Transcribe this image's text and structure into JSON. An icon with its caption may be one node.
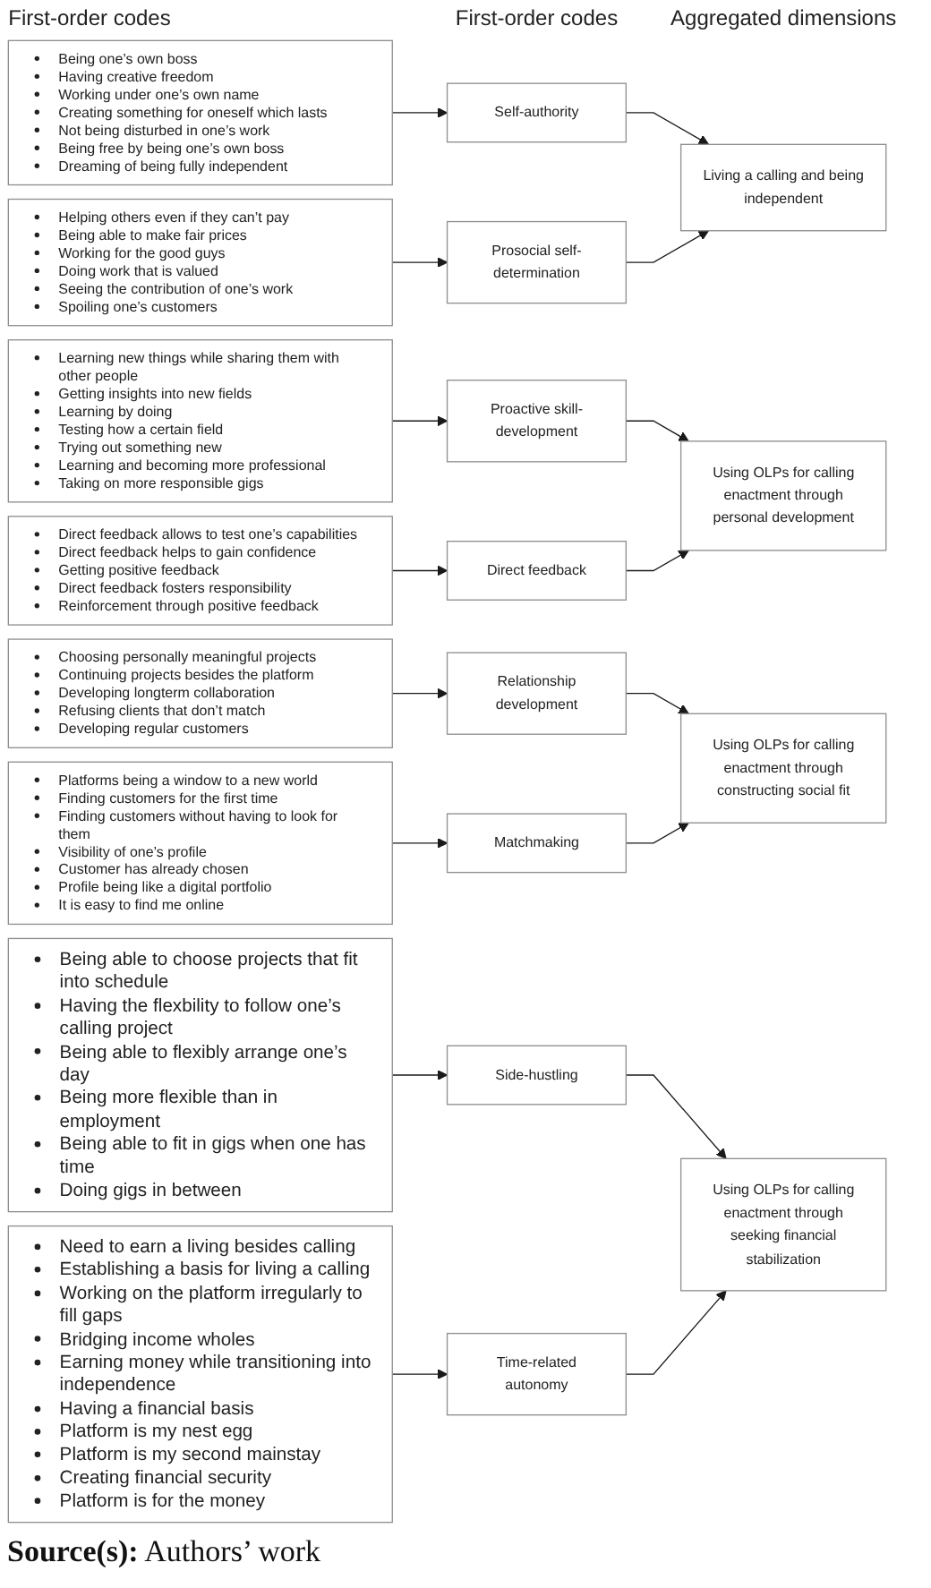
{
  "diagram": {
    "caption": "**Source(s):** Authors’ work",
    "nodes": [
      {
        "text": [
          "Being one’s own boss",
          "Having creative freedom",
          "Working under one’s own name",
          "Creating something for oneself which lasts",
          "Not being disturbed in one’s work",
          "Being free by being one’s own boss",
          "Dreaming of being fully independent"
        ]
      },
      {
        "text": [
          "Helping others even if they can’t pay",
          "Being able to make fair prices",
          "Working for the good guys",
          "Doing work that is valued",
          "Seeing the contribution of one’s work",
          "Spoiling one’s customers"
        ]
      },
      {
        "text": [
          "Learning new things while sharing them with other people",
          "Getting insights into new fields",
          "Learning by doing",
          "Testing how a certain field",
          "Trying out something new",
          "Learning and becoming more professional",
          "Taking on more responsible gigs"
        ]
      },
      {
        "text": [
          "Direct feedback allows to test one’s capabilities",
          "Direct feedback helps to gain confidence",
          "Getting positive feedback",
          "Direct feedback fosters responsibility",
          "Reinforcement through positive feedback"
        ]
      },
      {
        "text": [
          "Choosing personally meaningful projects",
          "Continuing projects besides the platform",
          "Developing longterm collaboration",
          "Refusing clients that don’t match",
          "Developing regular customers"
        ]
      },
      {
        "text": [
          "Platforms being a window to a new world",
          "Finding customers for the first time",
          "Finding customers without having to look for them",
          "Visibility of one’s profile",
          "Customer has already chosen",
          "Profile being like a digital portfolio",
          "It is easy to find me online"
        ]
      },
      {
        "text": [
          "Being able to choose projects that fit into schedule",
          "Having the flexbility to follow one’s calling project",
          "Being able to flexibly arrange one’s day",
          "Being more flexible than in employment",
          "Being able to fit in gigs when one has time",
          "Doing gigs in between"
        ]
      },
      {
        "text": [
          "Need to earn a living besides calling",
          "Establishing a basis for living a calling",
          "Working on the platform irregularly to fill gaps",
          "Bridging income wholes",
          "Earning money while transitioning into independence",
          "Having a financial basis",
          "Platform is my nest egg",
          "Platform is my second mainstay",
          "Creating financial security",
          "Platform is for the money"
        ]
      },
      {
        "text": [
          "Self-authority"
        ]
      },
      {
        "text": [
          "Prosocial self-determination"
        ]
      },
      {
        "text": [
          "Proactive skill-development"
        ]
      },
      {
        "text": [
          "Direct feedback"
        ]
      },
      {
        "text": [
          "Relationship development"
        ]
      },
      {
        "text": [
          "Matchmaking"
        ]
      },
      {
        "text": [
          "Side-hustling"
        ]
      },
      {
        "text": [
          "Time-related autonomy"
        ]
      },
      {
        "text": [
          "Living a calling and being independent"
        ]
      },
      {
        "text": [
          "Using OLPs for calling enactment through personal development"
        ]
      },
      {
        "text": [
          "Using OLPs for calling enactment through constructing social fit"
        ]
      },
      {
        "text": [
          "Using OLPs for calling enactment through seeking financial stabilization"
        ]
      }
    ],
    "edges": [
      {
        "from": 0,
        "to": 8,
        "arrow": "to"
      },
      {
        "from": 1,
        "to": 9,
        "arrow": "to"
      },
      {
        "from": 2,
        "to": 10,
        "arrow": "to"
      },
      {
        "from": 3,
        "to": 11,
        "arrow": "to"
      },
      {
        "from": 4,
        "to": 12,
        "arrow": "to"
      },
      {
        "from": 5,
        "to": 13,
        "arrow": "to"
      },
      {
        "from": 6,
        "to": 14,
        "arrow": "to"
      },
      {
        "from": 7,
        "to": 15,
        "arrow": "to"
      },
      {
        "from": 8,
        "to": 16,
        "arrow": "to"
      },
      {
        "from": 9,
        "to": 16,
        "arrow": "to"
      },
      {
        "from": 10,
        "to": 17,
        "arrow": "to"
      },
      {
        "from": 11,
        "to": 17,
        "arrow": "to"
      },
      {
        "from": 12,
        "to": 18,
        "arrow": "to"
      },
      {
        "from": 13,
        "to": 18,
        "arrow": "to"
      },
      {
        "from": 14,
        "to": 19,
        "arrow": "to"
      },
      {
        "from": 15,
        "to": 19,
        "arrow": "to"
      }
    ],
    "labels": [
      "First-order codes",
      "First-order codes",
      "Aggregated dimensions"
    ]
  }
}
